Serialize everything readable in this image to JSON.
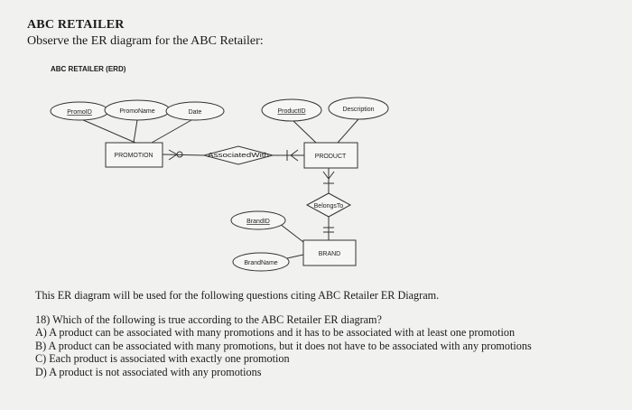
{
  "heading": "ABC RETAILER",
  "subheading": "Observe the ER diagram for the ABC Retailer:",
  "diagram": {
    "title": "ABC RETAILER (ERD)",
    "attributes": {
      "promo_id": "PromoID",
      "promo_name": "PromoName",
      "date": "Date",
      "product_id": "ProductID",
      "description": "Description",
      "brand_id": "BrandID",
      "brand_name": "BrandName"
    },
    "entities": {
      "promotion": "PROMOTION",
      "product": "PRODUCT",
      "brand": "BRAND"
    },
    "relationships": {
      "associated_with": "AssociatedWith",
      "belongs_to": "BelongsTo"
    }
  },
  "intro": "This ER diagram will be used for the following questions citing ABC Retailer ER Diagram.",
  "question": "18) Which of the following is true according to the ABC Retailer ER diagram?",
  "options": [
    "A) A product can be associated with many promotions and it has to be associated with at least one promotion",
    "B) A product can be associated with many promotions, but it does not have to be associated with any promotions",
    "C) Each product is associated with exactly one promotion",
    "D) A product is not associated with any promotions"
  ]
}
